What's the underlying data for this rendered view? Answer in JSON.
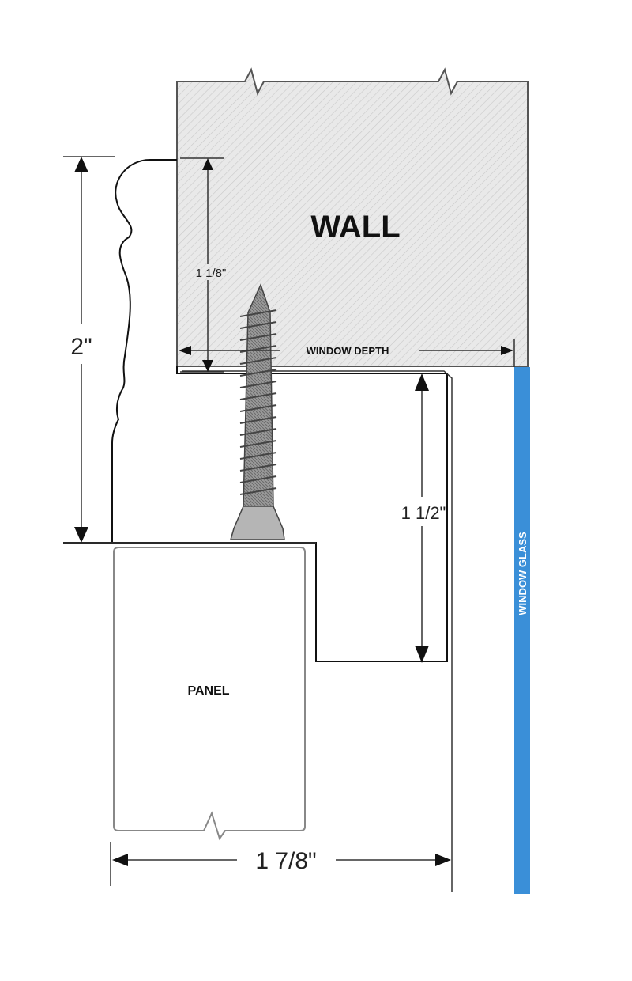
{
  "labels": {
    "wall": "WALL",
    "panel": "PANEL",
    "window_depth": "WINDOW DEPTH",
    "window_glass": "WINDOW GLASS"
  },
  "dimensions": {
    "top_inner": "1 1/8\"",
    "total_height": "2\"",
    "bracket_depth": "1 1/2\"",
    "total_width": "1 7/8\""
  },
  "colors": {
    "glass": "#3a8fd8",
    "wall_fill": "#e6e6e6"
  }
}
